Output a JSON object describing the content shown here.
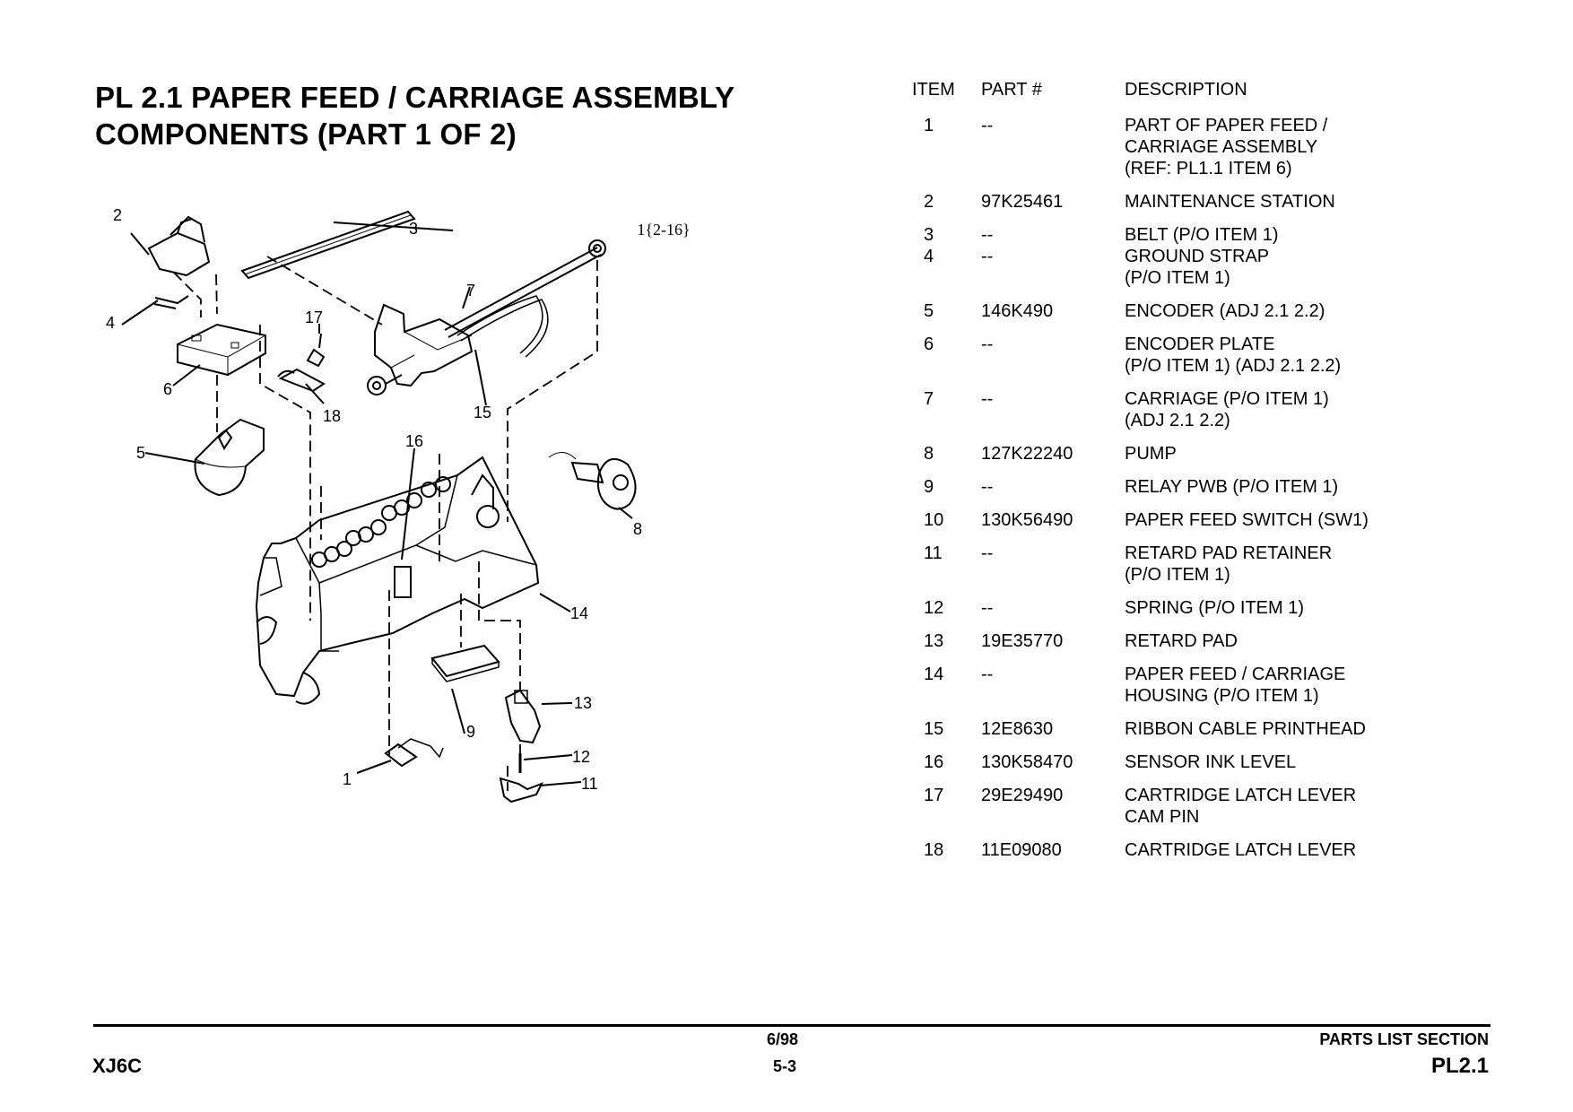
{
  "title": {
    "line1": "PL 2.1 PAPER FEED / CARRIAGE ASSEMBLY",
    "line2": "COMPONENTS  (PART 1 OF 2)"
  },
  "diagram": {
    "reference": "1{2-16}",
    "callouts": [
      "1",
      "2",
      "3",
      "4",
      "5",
      "6",
      "7",
      "8",
      "9",
      "11",
      "12",
      "13",
      "14",
      "15",
      "16",
      "17",
      "18"
    ]
  },
  "parts_table": {
    "headers": {
      "item": "ITEM",
      "part": "PART #",
      "description": "DESCRIPTION"
    },
    "rows": [
      {
        "item": [
          "1"
        ],
        "part": [
          "--"
        ],
        "description": [
          "PART OF PAPER FEED /",
          "CARRIAGE ASSEMBLY",
          "(REF: PL1.1 ITEM 6)"
        ]
      },
      {
        "item": [
          "2"
        ],
        "part": [
          "97K25461"
        ],
        "description": [
          "MAINTENANCE STATION"
        ]
      },
      {
        "item": [
          "3",
          "4"
        ],
        "part": [
          "--",
          "--"
        ],
        "description": [
          "BELT (P/O ITEM 1)",
          "GROUND STRAP",
          "(P/O ITEM 1)"
        ]
      },
      {
        "item": [
          "5"
        ],
        "part": [
          "146K490"
        ],
        "description": [
          "ENCODER (ADJ 2.1 2.2)"
        ]
      },
      {
        "item": [
          "6"
        ],
        "part": [
          "--"
        ],
        "description": [
          "ENCODER PLATE",
          "(P/O ITEM 1) (ADJ 2.1 2.2)"
        ]
      },
      {
        "item": [
          "7"
        ],
        "part": [
          "--"
        ],
        "description": [
          "CARRIAGE (P/O ITEM 1)",
          "(ADJ 2.1 2.2)"
        ]
      },
      {
        "item": [
          "8"
        ],
        "part": [
          "127K22240"
        ],
        "description": [
          "PUMP"
        ]
      },
      {
        "item": [
          "9"
        ],
        "part": [
          "--"
        ],
        "description": [
          "RELAY PWB (P/O ITEM 1)"
        ]
      },
      {
        "item": [
          "10"
        ],
        "part": [
          "130K56490"
        ],
        "description": [
          "PAPER FEED SWITCH (SW1)"
        ]
      },
      {
        "item": [
          "11"
        ],
        "part": [
          "--"
        ],
        "description": [
          "RETARD PAD RETAINER",
          "(P/O ITEM 1)"
        ]
      },
      {
        "item": [
          "12"
        ],
        "part": [
          "--"
        ],
        "description": [
          "SPRING (P/O ITEM 1)"
        ]
      },
      {
        "item": [
          "13"
        ],
        "part": [
          "19E35770"
        ],
        "description": [
          "RETARD PAD"
        ]
      },
      {
        "item": [
          "14"
        ],
        "part": [
          "--"
        ],
        "description": [
          "PAPER FEED / CARRIAGE",
          "HOUSING  (P/O ITEM 1)"
        ]
      },
      {
        "item": [
          "15"
        ],
        "part": [
          "12E8630"
        ],
        "description": [
          "RIBBON CABLE PRINTHEAD"
        ]
      },
      {
        "item": [
          "16"
        ],
        "part": [
          "130K58470"
        ],
        "description": [
          "SENSOR INK LEVEL"
        ]
      },
      {
        "item": [
          "17"
        ],
        "part": [
          "29E29490"
        ],
        "description": [
          "CARTRIDGE LATCH LEVER",
          "CAM PIN"
        ]
      },
      {
        "item": [
          "18"
        ],
        "part": [
          "11E09080"
        ],
        "description": [
          "CARTRIDGE LATCH LEVER"
        ]
      }
    ]
  },
  "footer": {
    "document": "XJ6C",
    "date": "6/98",
    "page": "5-3",
    "section": "PARTS LIST SECTION",
    "parts_list": "PL2.1"
  }
}
